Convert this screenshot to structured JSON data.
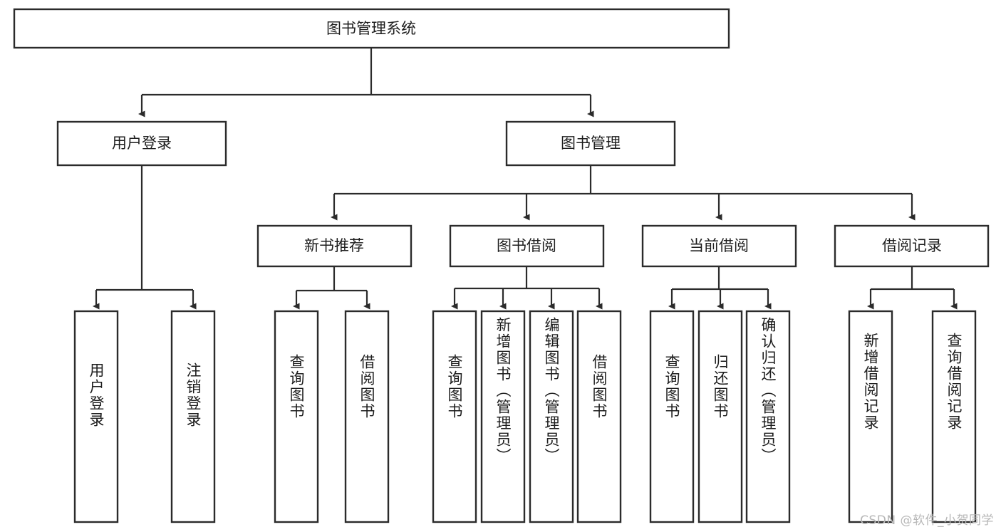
{
  "diagram": {
    "type": "tree",
    "title": "图书管理系统",
    "orientation": "top-down",
    "colors": {
      "box_stroke": "#2b2b2b",
      "box_fill": "#ffffff",
      "connector": "#2b2b2b",
      "text": "#1d1d1d",
      "background": "#ffffff",
      "watermark": "#b7b7b7"
    },
    "root": {
      "label": "图书管理系统"
    },
    "level1": [
      {
        "label": "用户登录"
      },
      {
        "label": "图书管理"
      }
    ],
    "level2": [
      {
        "label": "新书推荐"
      },
      {
        "label": "图书借阅"
      },
      {
        "label": "当前借阅"
      },
      {
        "label": "借阅记录"
      }
    ],
    "leaves": {
      "user_login": [
        {
          "label": "用户登录"
        },
        {
          "label": "注销登录"
        }
      ],
      "new_book_recommend": [
        {
          "label": "查询图书"
        },
        {
          "label": "借阅图书"
        }
      ],
      "book_borrow": [
        {
          "label": "查询图书"
        },
        {
          "label": "新增图书（管理员）"
        },
        {
          "label": "编辑图书（管理员）"
        },
        {
          "label": "借阅图书"
        }
      ],
      "current_borrow": [
        {
          "label": "查询图书"
        },
        {
          "label": "归还图书"
        },
        {
          "label": "确认归还（管理员）"
        }
      ],
      "borrow_record": [
        {
          "label": "新增借阅记录"
        },
        {
          "label": "查询借阅记录"
        }
      ]
    }
  },
  "watermark": {
    "text": "CSDN @软件_小贺同学"
  }
}
